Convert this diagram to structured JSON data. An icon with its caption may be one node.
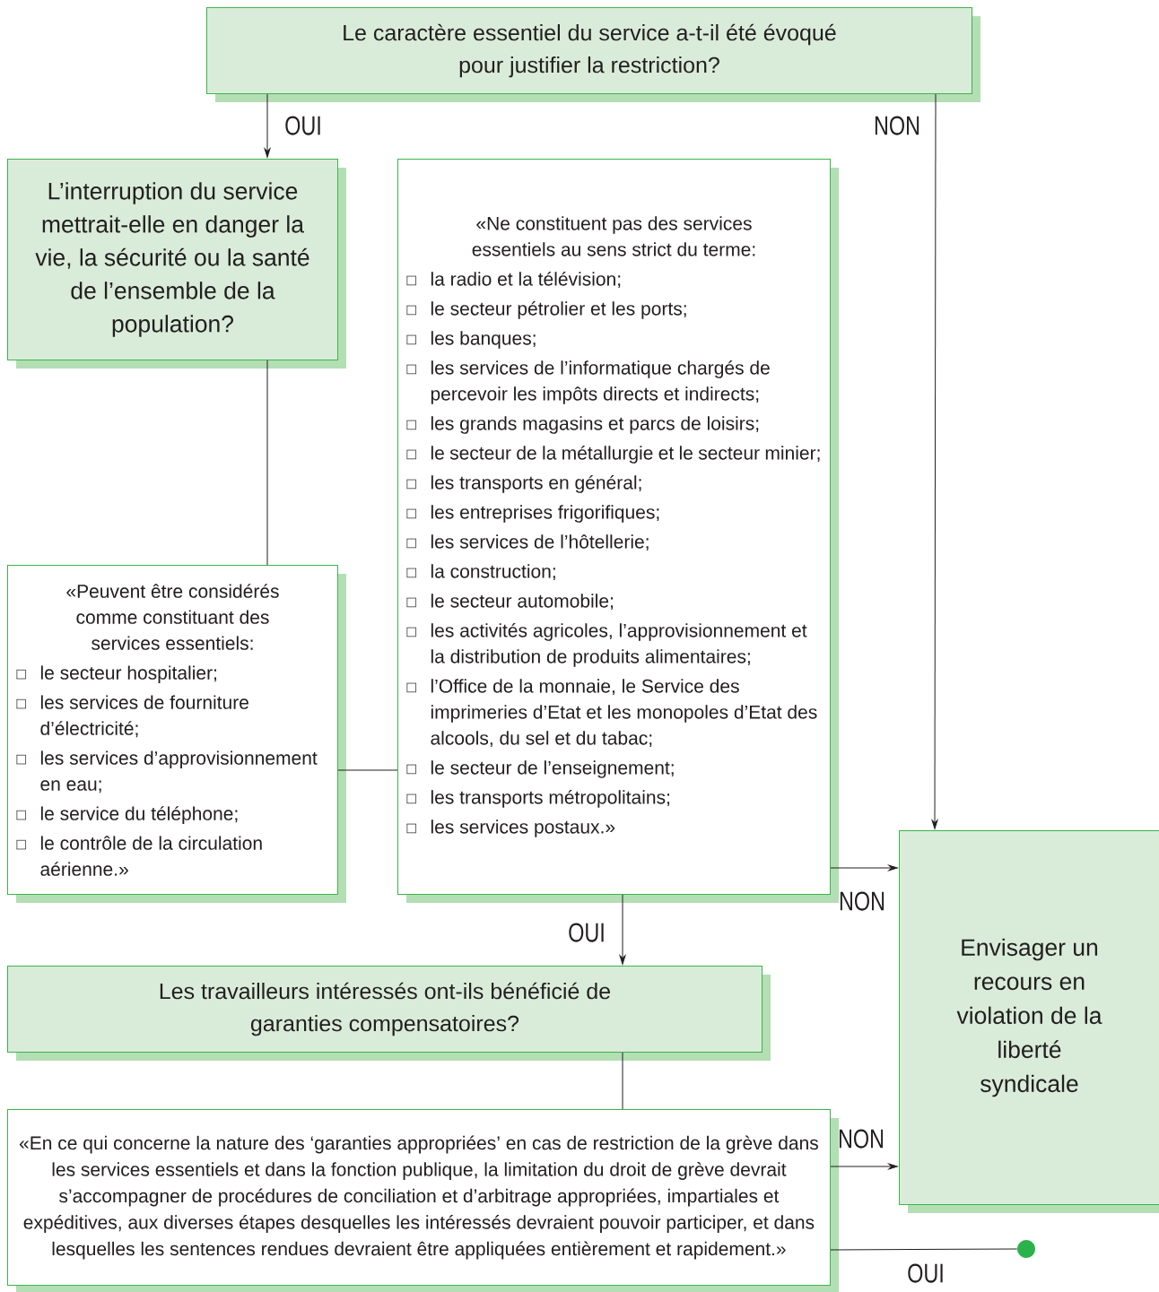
{
  "diagram": {
    "nodes": [
      {
        "text": [
          "Le caractère essentiel du service a-t-il été évoqué pour justifier la restriction?"
        ]
      },
      {
        "text": [
          "L’interruption du service mettrait-elle en danger la vie, la sécurité ou la santé de l’ensemble de la population?"
        ]
      },
      {
        "text": [
          "«Peuvent être considérés comme constituant des services essentiels:",
          "le secteur hospitalier;",
          "les services de fourniture d’électricité;",
          "les services d’approvisionnement en eau;",
          "le service du téléphone;",
          "le contrôle de la circulation aérienne.»"
        ]
      },
      {
        "text": [
          "«Ne constituent pas des services essentiels au sens strict du terme:",
          "la radio et la télévision;",
          "le secteur pétrolier et les ports;",
          "les banques;",
          "les services de l’informatique chargés de percevoir les impôts directs et indirects;",
          "les grands magasins et parcs de loisirs;",
          "le secteur de la métallurgie et le secteur minier;",
          "les transports en général;",
          "les entreprises frigorifiques;",
          "les services de l’hôtellerie;",
          "la construction;",
          "le secteur automobile;",
          "les activités agricoles, l’approvisionnement et la distribution de produits alimentaires;",
          "l’Office de la monnaie, le Service des imprimeries d’Etat et les monopoles d’Etat des alcools, du sel et du tabac;",
          "le secteur de l’enseignement;",
          "les transports métropolitains;",
          "les services postaux.»"
        ]
      },
      {
        "text": [
          "Les travailleurs intéressés ont-ils bénéficié de garanties compensatoires?"
        ]
      },
      {
        "text": [
          "«En ce qui concerne la nature des ‘garanties appropriées’ en cas de restriction de la grève dans les services essentiels et dans la fonction publique, la limitation du droit de grève devrait s’accompagner de procédures de conciliation et d’arbitrage appropriées, impartiales et expéditives, aux diverses étapes desquelles les intéressés devraient pouvoir participer, et dans lesquelles les sentences rendues devraient être appliquées entièrement et rapidement.»"
        ]
      },
      {
        "text": [
          "Envisager un recours en violation de la liberté syndicale"
        ]
      },
      {
        "text": [],
        "shape": "circle"
      }
    ],
    "edges": [
      {
        "from": 0,
        "to": 1,
        "arrow": "to",
        "label": "OUI"
      },
      {
        "from": 0,
        "to": 6,
        "arrow": "to",
        "label": "NON"
      },
      {
        "from": 1,
        "to": 2,
        "arrow": "none"
      },
      {
        "from": 2,
        "to": 3,
        "arrow": "none"
      },
      {
        "from": 3,
        "to": 6,
        "arrow": "to",
        "label": "NON"
      },
      {
        "from": 3,
        "to": 4,
        "arrow": "to",
        "label": "OUI"
      },
      {
        "from": 4,
        "to": 5,
        "arrow": "none"
      },
      {
        "from": 5,
        "to": 6,
        "arrow": "to",
        "label": "NON"
      },
      {
        "from": 5,
        "to": 7,
        "arrow": "none",
        "label": "OUI"
      }
    ]
  }
}
